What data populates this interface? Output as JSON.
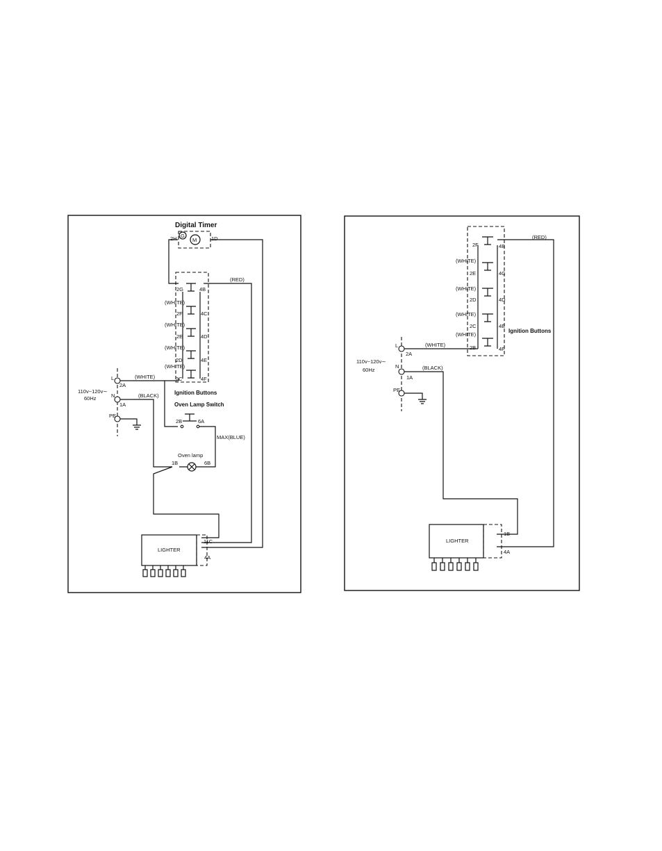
{
  "left": {
    "timer_title": "Digital Timer",
    "timer_g": "G",
    "timer_m": "M",
    "t_2h": "2H",
    "t_1d": "1D",
    "red": "(RED)",
    "white": "(WHITE)",
    "black": "(BLACK)",
    "t_2g": "2G",
    "t_4b": "4B",
    "t_2f": "2F",
    "t_4c": "4C",
    "t_2e": "2E",
    "t_4d": "4D",
    "t_2d": "2D",
    "t_4e": "4E",
    "t_2c": "2C",
    "t_4f": "4F",
    "ignition_buttons": "Ignition Buttons",
    "oven_lamp_switch": "Oven Lamp Switch",
    "t_2b": "2B",
    "t_6a": "6A",
    "max_blue": "MAX(BLUE)",
    "oven_lamp": "Oven lamp",
    "t_1b": "1B",
    "t_6b": "6B",
    "lighter": "LIGHTER",
    "t_11c": "11C",
    "t_4a": "4A",
    "l": "L",
    "n": "N",
    "pe": "PE",
    "t_2a": "2A",
    "t_1a": "1A",
    "supply_v": "110v~120v∼",
    "supply_hz": "60Hz"
  },
  "right": {
    "red": "(RED)",
    "white": "(WHITE)",
    "black": "(BLACK)",
    "t_2f": "2F",
    "t_4b": "4B",
    "t_2e": "2E",
    "t_4c": "4C",
    "t_2d": "2D",
    "t_4d": "4D",
    "t_2c": "2C",
    "t_4e": "4E",
    "t_2b": "2B",
    "t_4f": "4F",
    "ignition_buttons": "Ignition Buttons",
    "l": "L",
    "n": "N",
    "pe": "PE",
    "t_2a": "2A",
    "t_1a": "1A",
    "supply_v": "110v~120v∼",
    "supply_hz": "60Hz",
    "lighter": "LIGHTER",
    "t_1b": "1B",
    "t_4a": "4A"
  }
}
